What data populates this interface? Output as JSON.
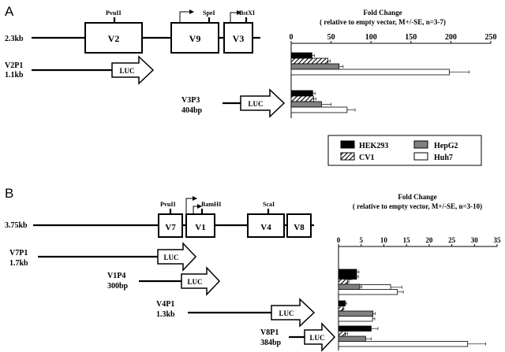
{
  "panel_a": {
    "letter": "A",
    "restriction_sites": [
      "PvuII",
      "SpeI",
      "BstXI"
    ],
    "gene_size": "2.3kb",
    "exons": [
      "V2",
      "V9",
      "V3"
    ],
    "constructs": [
      {
        "name": "V2P1",
        "size": "1.1kb",
        "reporter": "LUC"
      },
      {
        "name": "V3P3",
        "size": "404bp",
        "reporter": "LUC"
      }
    ],
    "chart_title_1": "Fold Change",
    "chart_title_2": "( relative to empty vector, M+/-SE, n=3-7)"
  },
  "panel_b": {
    "letter": "B",
    "restriction_sites": [
      "PvuII",
      "BamHI",
      "ScaI"
    ],
    "gene_size": "3.75kb",
    "exons": [
      "V7",
      "V1",
      "V4",
      "V8"
    ],
    "constructs": [
      {
        "name": "V7P1",
        "size": "1.7kb",
        "reporter": "LUC"
      },
      {
        "name": "V1P4",
        "size": "300bp",
        "reporter": "LUC"
      },
      {
        "name": "V4P1",
        "size": "1.3kb",
        "reporter": "LUC"
      },
      {
        "name": "V8P1",
        "size": "384bp",
        "reporter": "LUC"
      }
    ],
    "chart_title_1": "Fold Change",
    "chart_title_2": "( relative to empty vector, M+/-SE, n=3-10)"
  },
  "legend": [
    {
      "name": "HEK293",
      "color": "#000000"
    },
    {
      "name": "HepG2",
      "color": "#808080"
    },
    {
      "name": "CV1",
      "color": "hatched"
    },
    {
      "name": "Huh7",
      "color": "#ffffff"
    }
  ],
  "chart_data": [
    {
      "type": "bar",
      "orientation": "horizontal",
      "title": "Fold Change",
      "subtitle": "( relative to empty vector, M+/-SE, n=3-7)",
      "xlim": [
        0,
        250
      ],
      "xticks": [
        0,
        50,
        100,
        150,
        200,
        250
      ],
      "categories": [
        "V2P1",
        "V3P3"
      ],
      "series": [
        {
          "name": "HEK293",
          "values": [
            26,
            27
          ],
          "errors": [
            3,
            3
          ]
        },
        {
          "name": "CV1",
          "values": [
            46,
            28
          ],
          "errors": [
            3,
            3
          ]
        },
        {
          "name": "HepG2",
          "values": [
            60,
            38
          ],
          "errors": [
            5,
            12
          ]
        },
        {
          "name": "Huh7",
          "values": [
            198,
            70
          ],
          "errors": [
            25,
            10
          ]
        }
      ]
    },
    {
      "type": "bar",
      "orientation": "horizontal",
      "title": "Fold Change",
      "subtitle": "( relative to empty vector, M+/-SE, n=3-10)",
      "xlim": [
        0,
        35
      ],
      "xticks": [
        0,
        5,
        10,
        15,
        20,
        25,
        30,
        35
      ],
      "categories": [
        "V7P1",
        "V1P4",
        "V4P1",
        "V8P1"
      ],
      "series": [
        {
          "name": "HEK293",
          "values": [
            4.0,
            4.0,
            1.5,
            7.2
          ],
          "errors": [
            0.5,
            0.4,
            0.3,
            1.5
          ]
        },
        {
          "name": "CV1",
          "values": [
            3.0,
            2.0,
            1.0,
            1.5
          ],
          "errors": [
            0.5,
            0.3,
            0.2,
            0.5
          ]
        },
        {
          "name": "HepG2",
          "values": [
            1.0,
            4.7,
            7.6,
            6.0
          ],
          "errors": [
            0.3,
            0.4,
            0.5,
            1.2
          ]
        },
        {
          "name": "Huh7",
          "values": [
            11.5,
            13.0,
            7.5,
            28.5
          ],
          "errors": [
            2.5,
            1.3,
            0.5,
            4.0
          ]
        }
      ]
    }
  ]
}
